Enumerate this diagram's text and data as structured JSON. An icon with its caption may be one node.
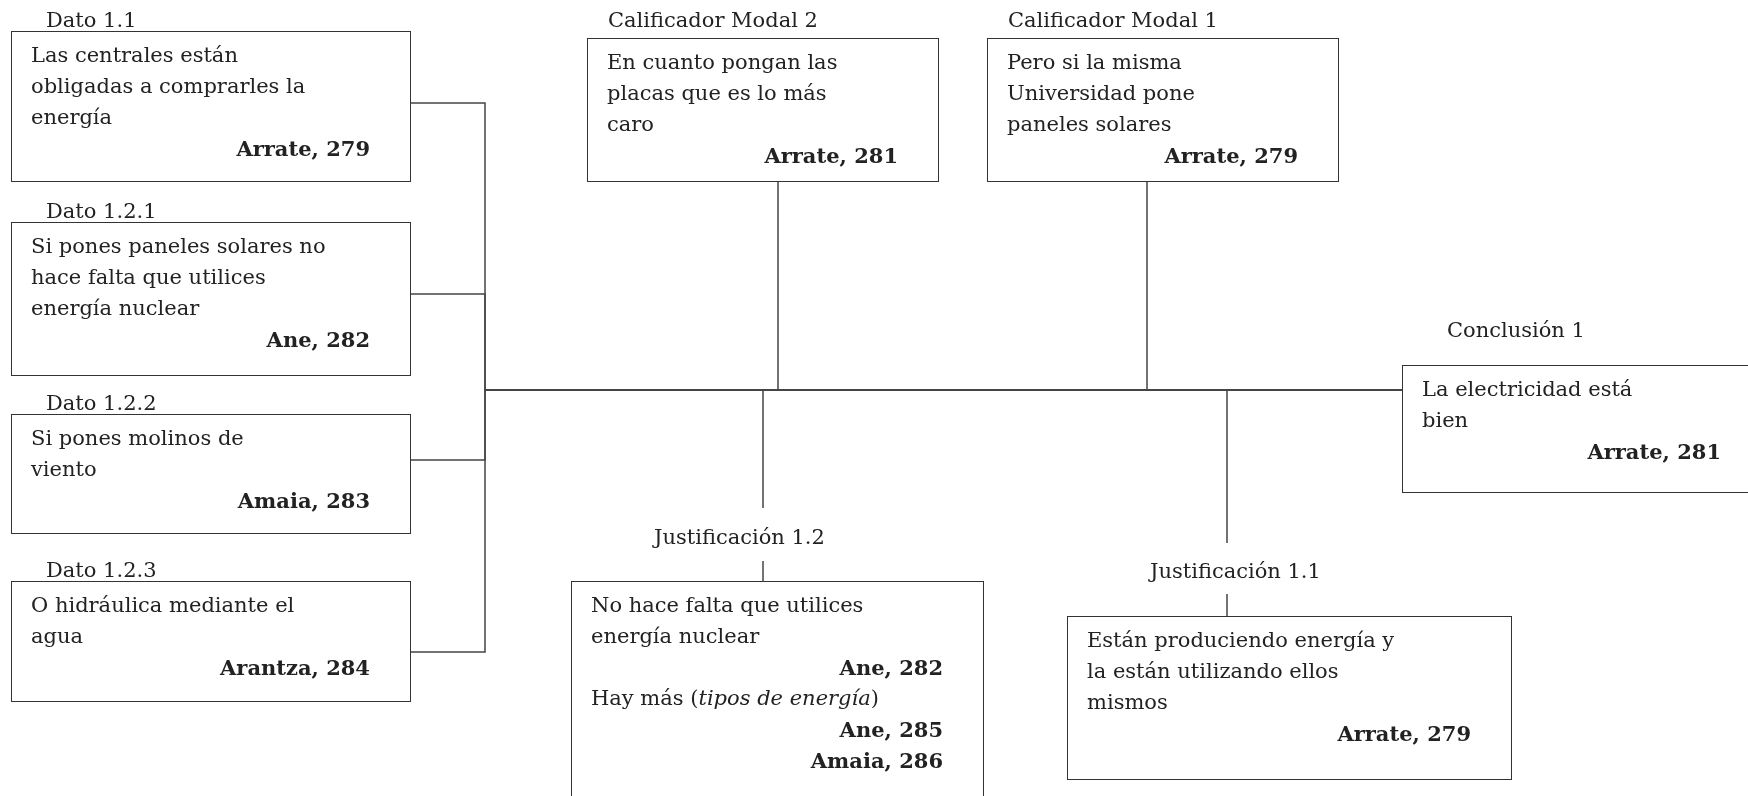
{
  "diagram": {
    "nodes": [
      {
        "text": [
          "Dato 1.1",
          "Las centrales están obligadas a comprarles la energía",
          "Arrate, 279"
        ]
      },
      {
        "text": [
          "Dato 1.2.1",
          "Si pones paneles solares no hace falta que utilices energía nuclear",
          "Ane, 282"
        ]
      },
      {
        "text": [
          "Dato 1.2.2",
          "Si pones molinos de viento",
          "Amaia, 283"
        ]
      },
      {
        "text": [
          "Dato 1.2.3",
          "O hidráulica mediante el agua",
          "Arantza, 284"
        ]
      },
      {
        "text": [
          "Calificador Modal 2",
          "En cuanto pongan las placas que es lo más caro",
          "Arrate, 281"
        ]
      },
      {
        "text": [
          "Calificador Modal 1",
          "Pero si la misma Universidad pone paneles solares",
          "Arrate, 279"
        ]
      },
      {
        "text": [
          "Conclusión 1",
          "La electricidad está bien",
          "Arrate, 281"
        ]
      },
      {
        "text": [
          "Justificación 1.2",
          "No hace falta que utilices energía nuclear",
          "Ane, 282",
          "Hay más (*tipos de energía*)",
          "Ane, 285",
          "Amaia, 286"
        ]
      },
      {
        "text": [
          "Justificación 1.1",
          "Están produciendo energía y la están utilizando ellos mismos",
          "Arrate, 279"
        ]
      }
    ],
    "edges": [
      {
        "from": 0,
        "to": 6,
        "arrow": "none"
      },
      {
        "from": 1,
        "to": 6,
        "arrow": "none"
      },
      {
        "from": 2,
        "to": 6,
        "arrow": "none"
      },
      {
        "from": 3,
        "to": 6,
        "arrow": "none"
      },
      {
        "from": 4,
        "to": 6,
        "arrow": "none"
      },
      {
        "from": 5,
        "to": 6,
        "arrow": "none"
      },
      {
        "from": 7,
        "to": 6,
        "arrow": "none"
      },
      {
        "from": 8,
        "to": 6,
        "arrow": "none"
      }
    ]
  }
}
